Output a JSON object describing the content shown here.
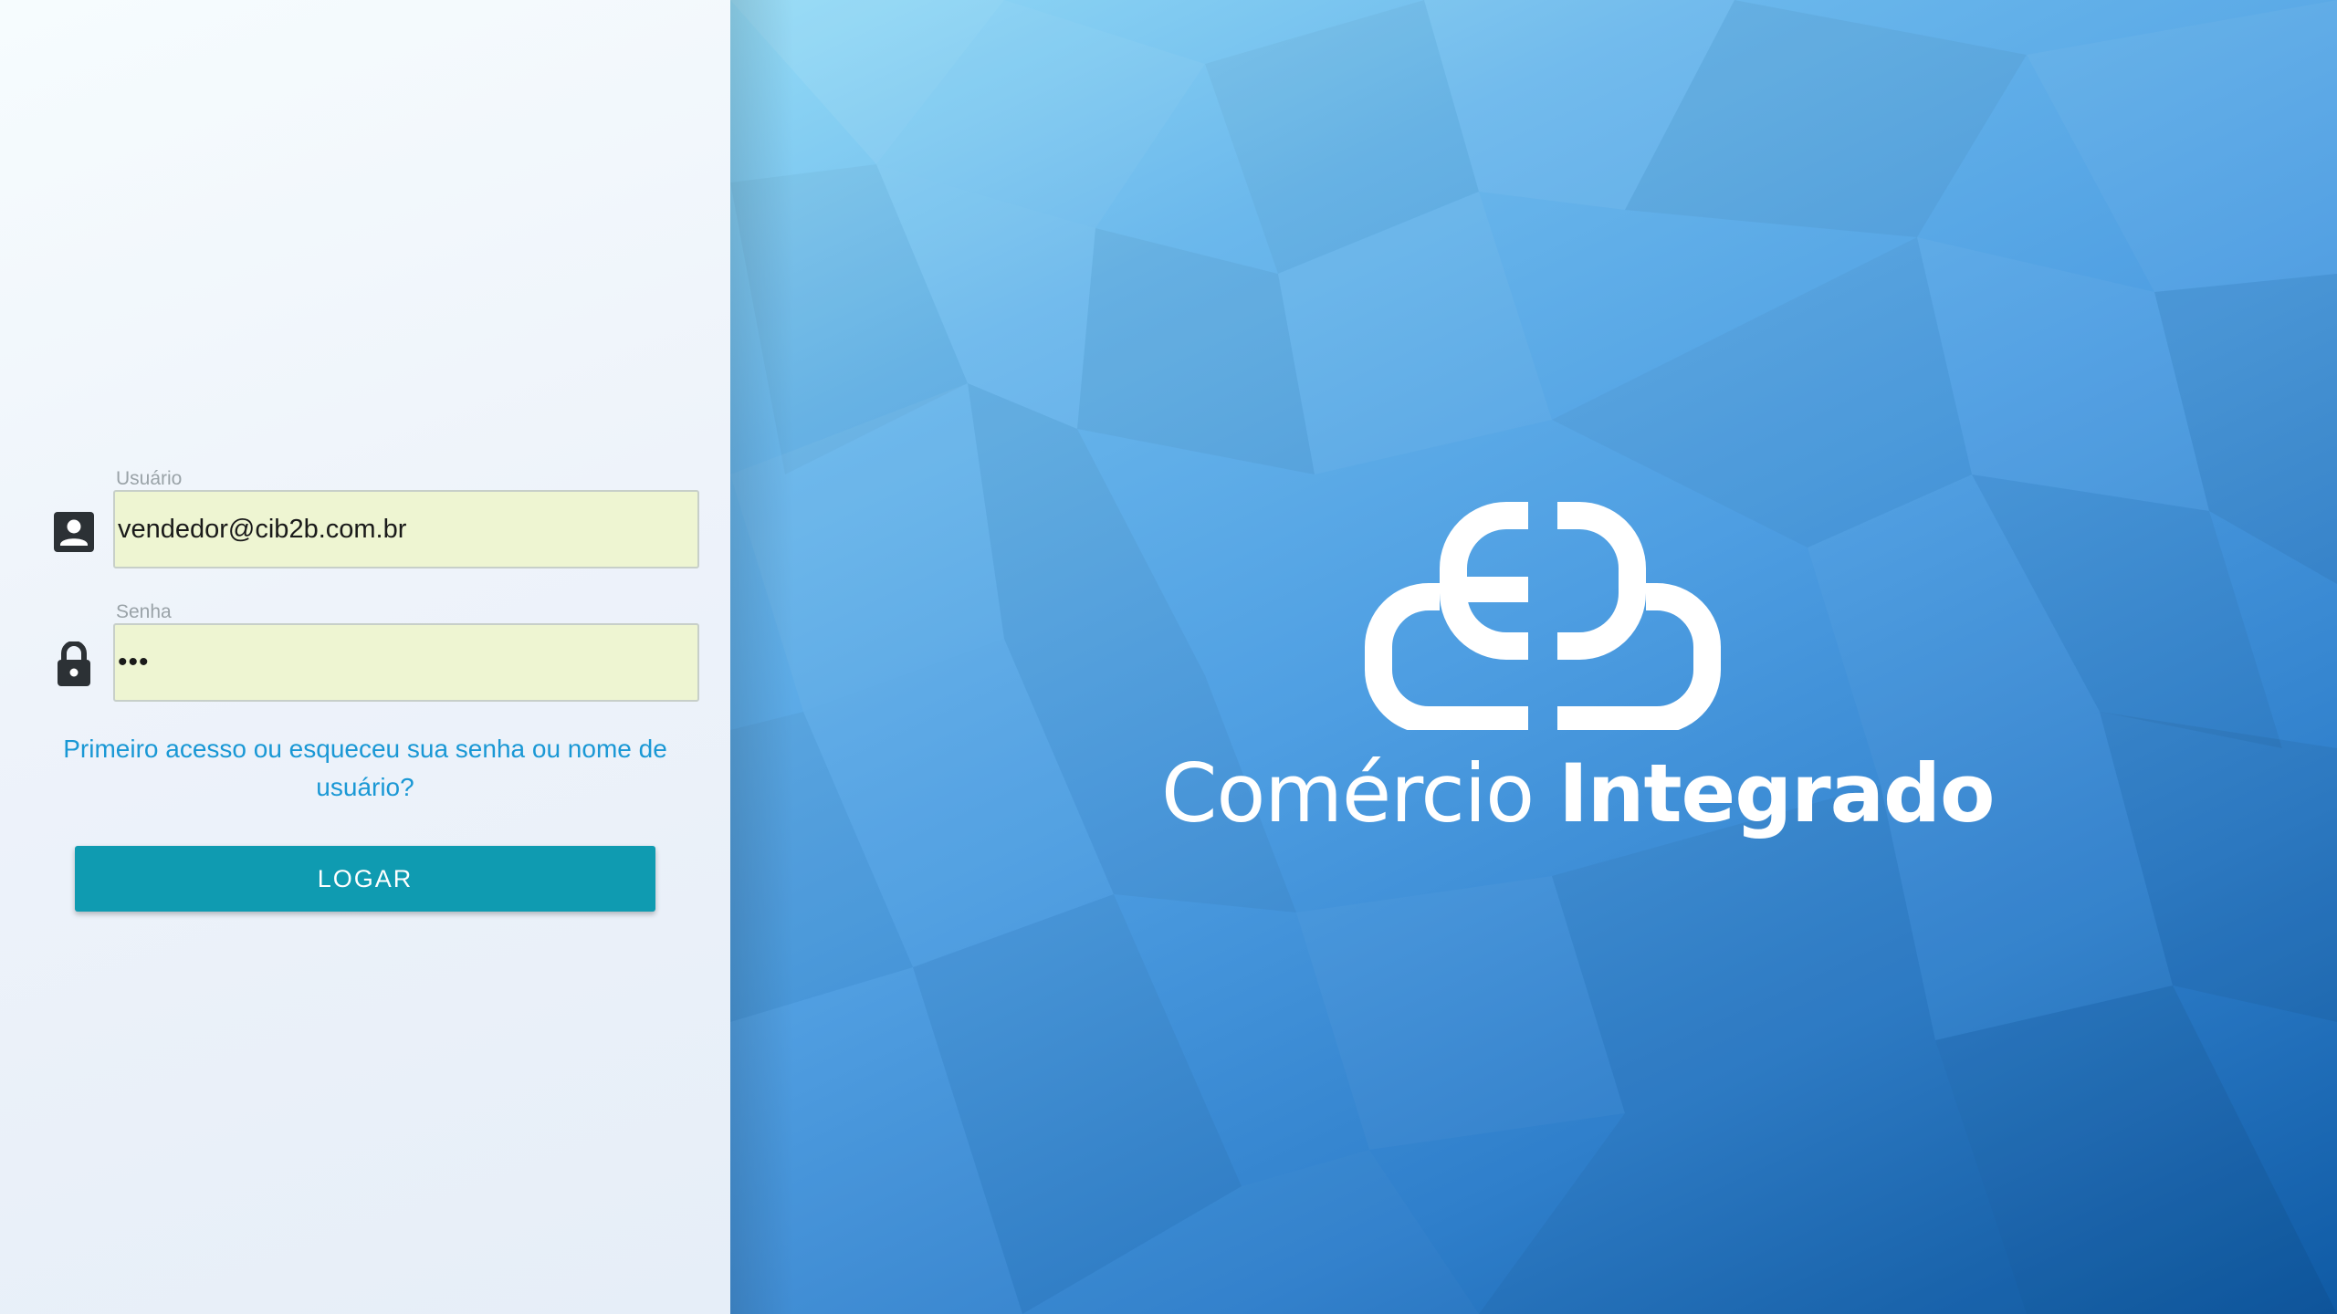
{
  "login_form": {
    "username": {
      "label": "Usuário",
      "value": "vendedor@cib2b.com.br",
      "icon": "account-box-icon"
    },
    "password": {
      "label": "Senha",
      "value": "•••",
      "icon": "lock-icon"
    },
    "help_link_text": "Primeiro acesso ou esqueceu sua senha ou nome de usuário?",
    "submit_label": "LOGAR"
  },
  "brand": {
    "logo_icon": "cib2b-cloud-logo-icon",
    "name_light": "Comércio",
    "name_bold": "Integrado"
  },
  "colors": {
    "accent_button": "#0f9bb1",
    "link": "#1a98d5",
    "input_background": "#eef5d2",
    "brand_panel_top": "#94dbf6",
    "brand_panel_bottom": "#0f5aa4"
  }
}
